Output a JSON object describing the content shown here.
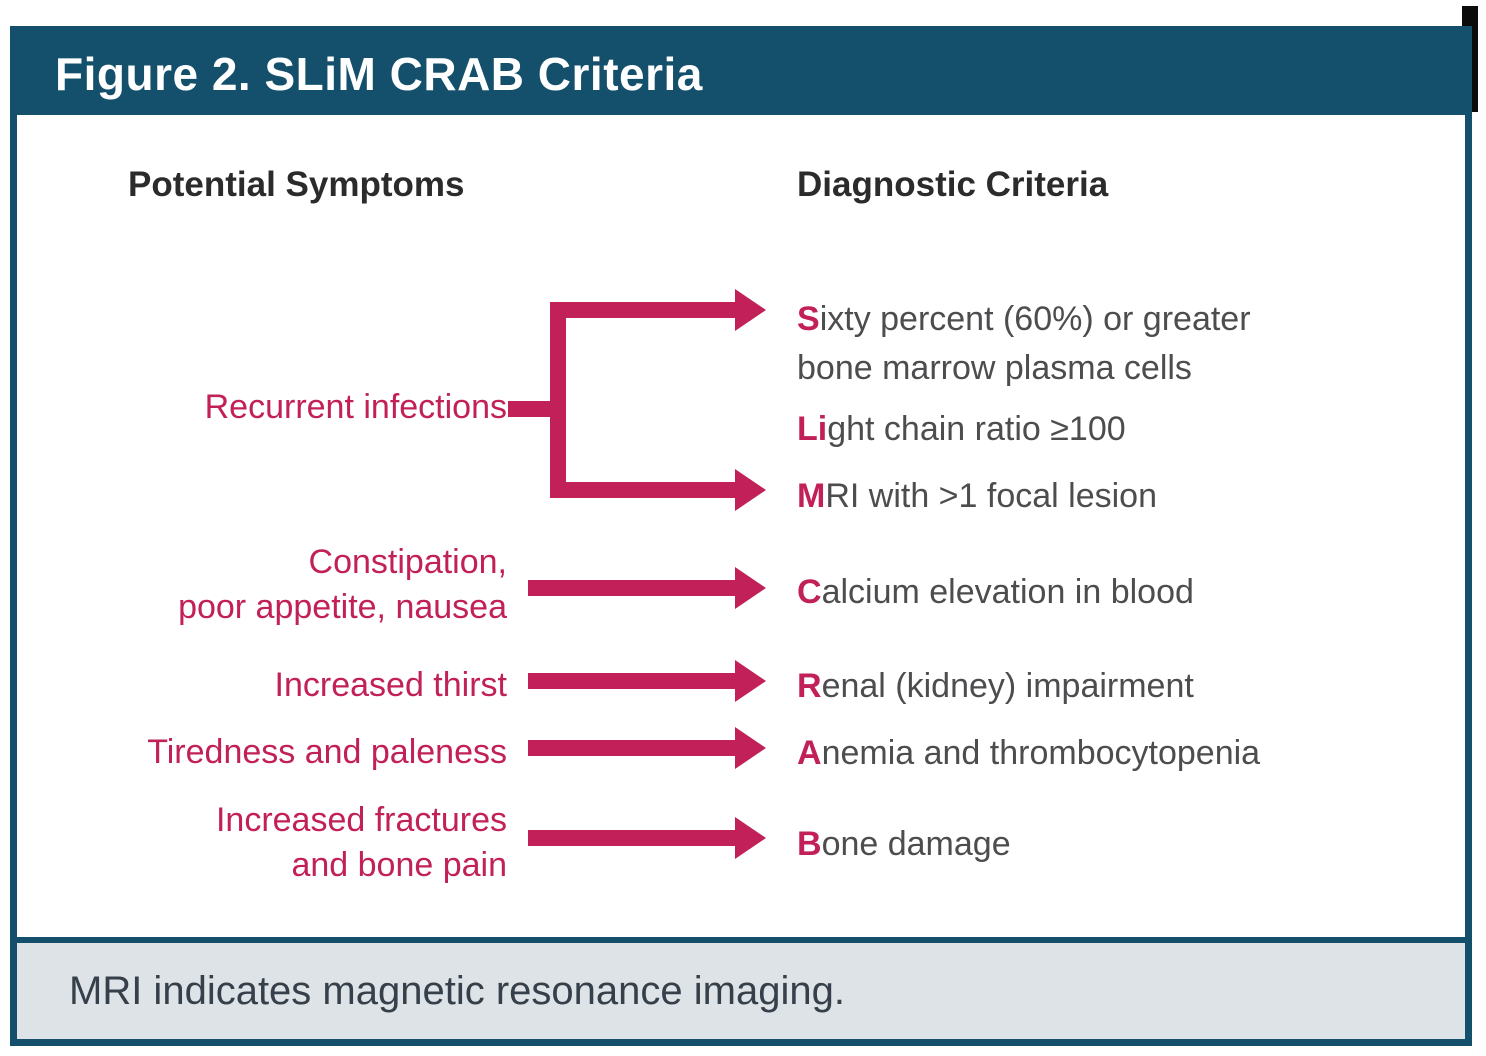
{
  "title": "Figure 2. SLiM CRAB Criteria",
  "columns": {
    "left": "Potential Symptoms",
    "right": "Diagnostic Criteria"
  },
  "symptoms": {
    "recurrent": "Recurrent infections",
    "constipation_line1": "Constipation,",
    "constipation_line2": "poor appetite, nausea",
    "thirst": "Increased thirst",
    "tiredness": "Tiredness and paleness",
    "fractures_line1": "Increased fractures",
    "fractures_line2": "and bone pain"
  },
  "criteria": {
    "s_prefix": "S",
    "s_line1_rest": "ixty percent (60%) or greater",
    "s_line2": "bone marrow plasma cells",
    "li_prefix": "Li",
    "li_rest": "ght chain ratio ≥100",
    "m_prefix": "M",
    "m_rest": "RI with >1 focal lesion",
    "c_prefix": "C",
    "c_rest": "alcium elevation in blood",
    "r_prefix": "R",
    "r_rest": "enal (kidney) impairment",
    "a_prefix": "A",
    "a_rest": "nemia and thrombocytopenia",
    "b_prefix": "B",
    "b_rest": "one damage"
  },
  "footer": "MRI indicates magnetic resonance imaging.",
  "colors": {
    "accent": "#C22058",
    "header_bg": "#14506B",
    "footer_bg": "#DEE3E7",
    "criteria_text": "#4D4D4F",
    "heading_text": "#2B2B2B"
  }
}
